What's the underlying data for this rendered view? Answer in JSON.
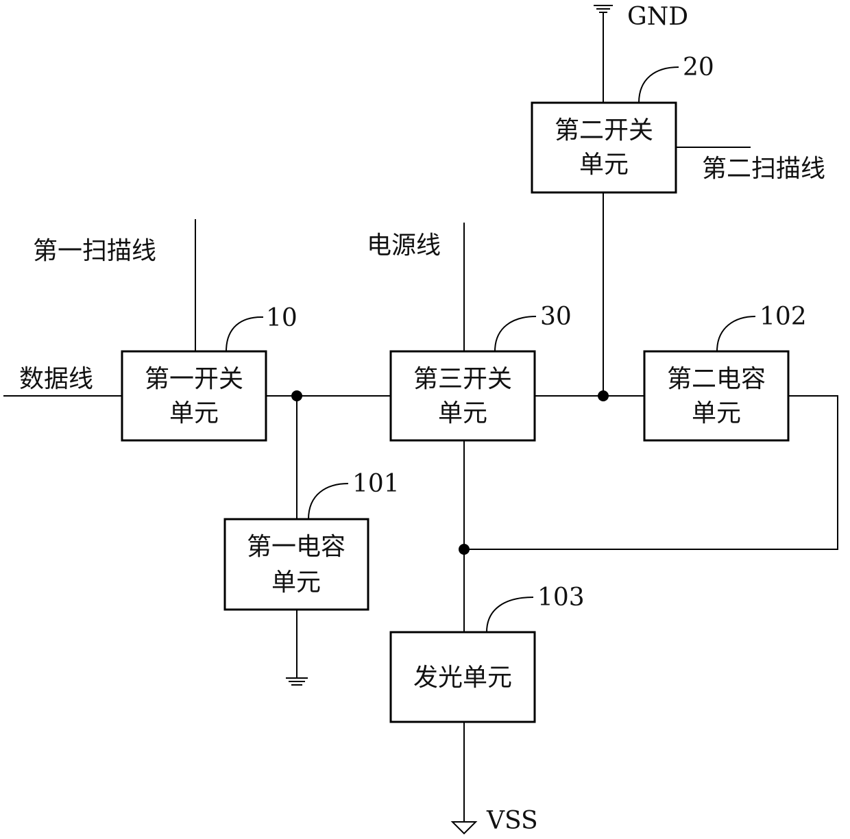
{
  "labels": {
    "gnd": "GND",
    "vss": "VSS",
    "data_line": "数据线",
    "scan_line_1": "第一扫描线",
    "power_line": "电源线",
    "scan_line_2": "第二扫描线"
  },
  "units": {
    "switch1": {
      "line1": "第一开关",
      "line2": "单元",
      "ref": "10"
    },
    "switch2": {
      "line1": "第二开关",
      "line2": "单元",
      "ref": "20"
    },
    "switch3": {
      "line1": "第三开关",
      "line2": "单元",
      "ref": "30"
    },
    "cap1": {
      "line1": "第一电容",
      "line2": "单元",
      "ref": "101"
    },
    "cap2": {
      "line1": "第二电容",
      "line2": "单元",
      "ref": "102"
    },
    "led": {
      "line1": "发光单元",
      "ref": "103"
    }
  }
}
